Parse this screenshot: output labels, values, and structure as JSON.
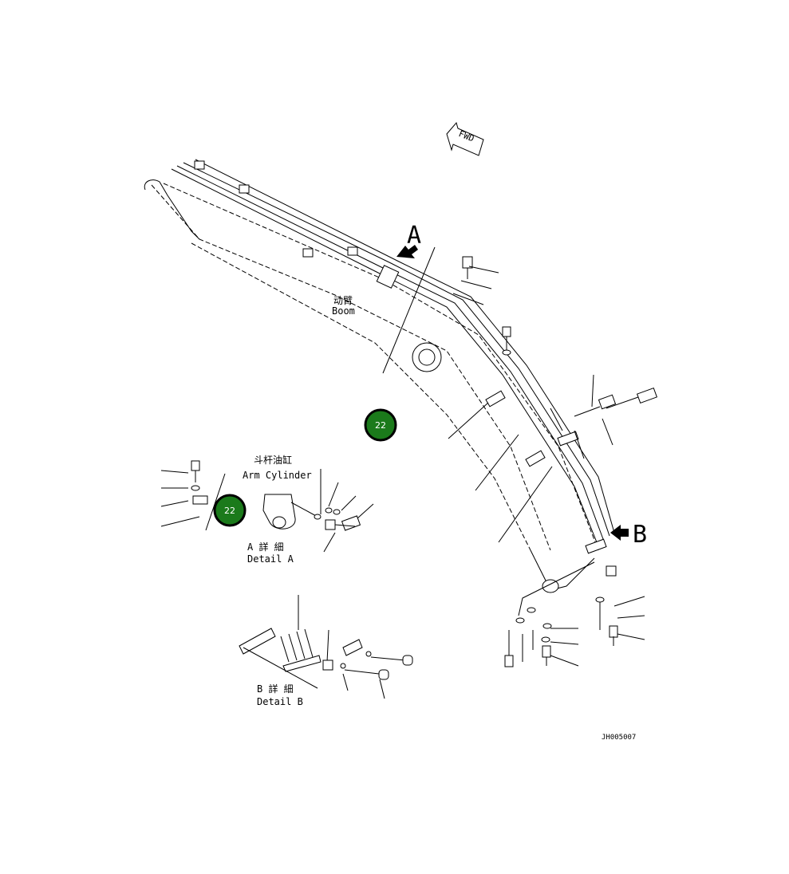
{
  "fwd_label": "FWD",
  "view_markers": {
    "a": "A",
    "b": "B"
  },
  "boom": {
    "cn": "动臂",
    "en": "Boom"
  },
  "arm_cylinder": {
    "cn": "斗杆油缸",
    "en": "Arm Cylinder"
  },
  "detail_a": {
    "cn": "A 詳 細",
    "en": "Detail A"
  },
  "detail_b": {
    "cn": "B 詳 細",
    "en": "Detail B"
  },
  "hotspots": [
    {
      "label": "22"
    },
    {
      "label": "22"
    }
  ],
  "drawing_number": "JH005007",
  "colors": {
    "hotspot_fill": "#1b7a1b",
    "hotspot_ring": "#000000",
    "line": "#000000",
    "background": "#ffffff"
  },
  "icons": {
    "fwd": "fwd-arrow-icon",
    "view": "view-arrow-icon"
  }
}
